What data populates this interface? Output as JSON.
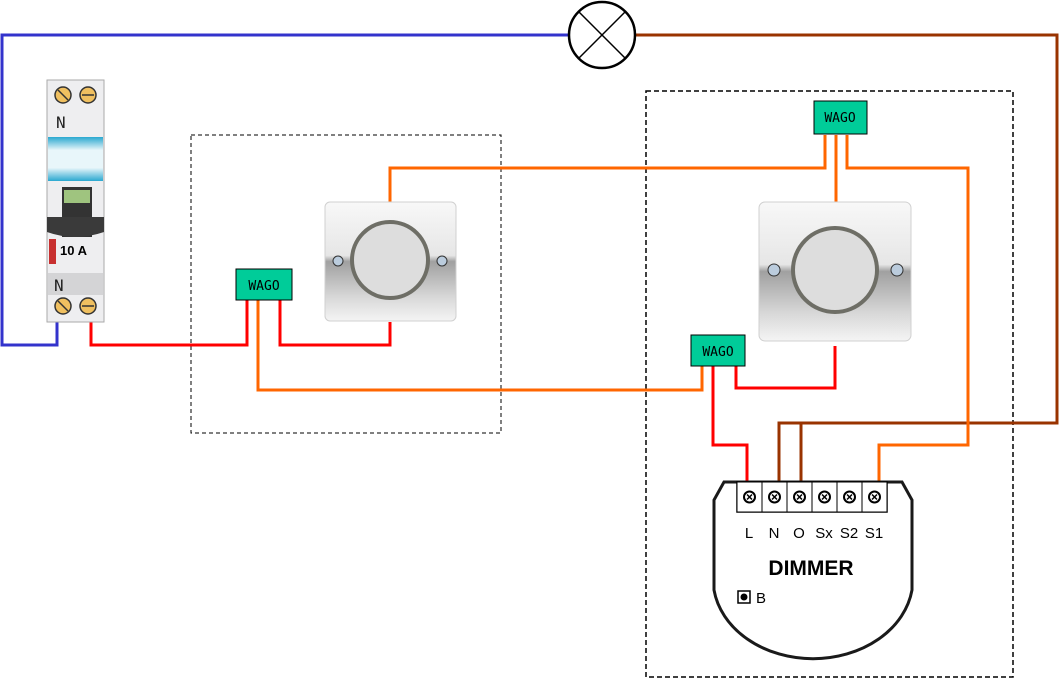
{
  "breaker": {
    "rating": "10 A",
    "top_mark": "N",
    "bottom_mark": "N"
  },
  "wago_label": "WAGO",
  "dimmer": {
    "title": "DIMMER",
    "terminals": [
      "L",
      "N",
      "O",
      "Sx",
      "S2",
      "S1"
    ],
    "button_label": "B"
  },
  "colors": {
    "neutral": "#3333cc",
    "lamp_wire": "#993300",
    "live": "#ff0000",
    "switch_wire": "#ff6600",
    "wago": "#00cc99"
  },
  "icons": {
    "lamp": "lamp-cross-circle-icon",
    "switch": "push-button-switch-icon",
    "screw": "screw-icon"
  }
}
